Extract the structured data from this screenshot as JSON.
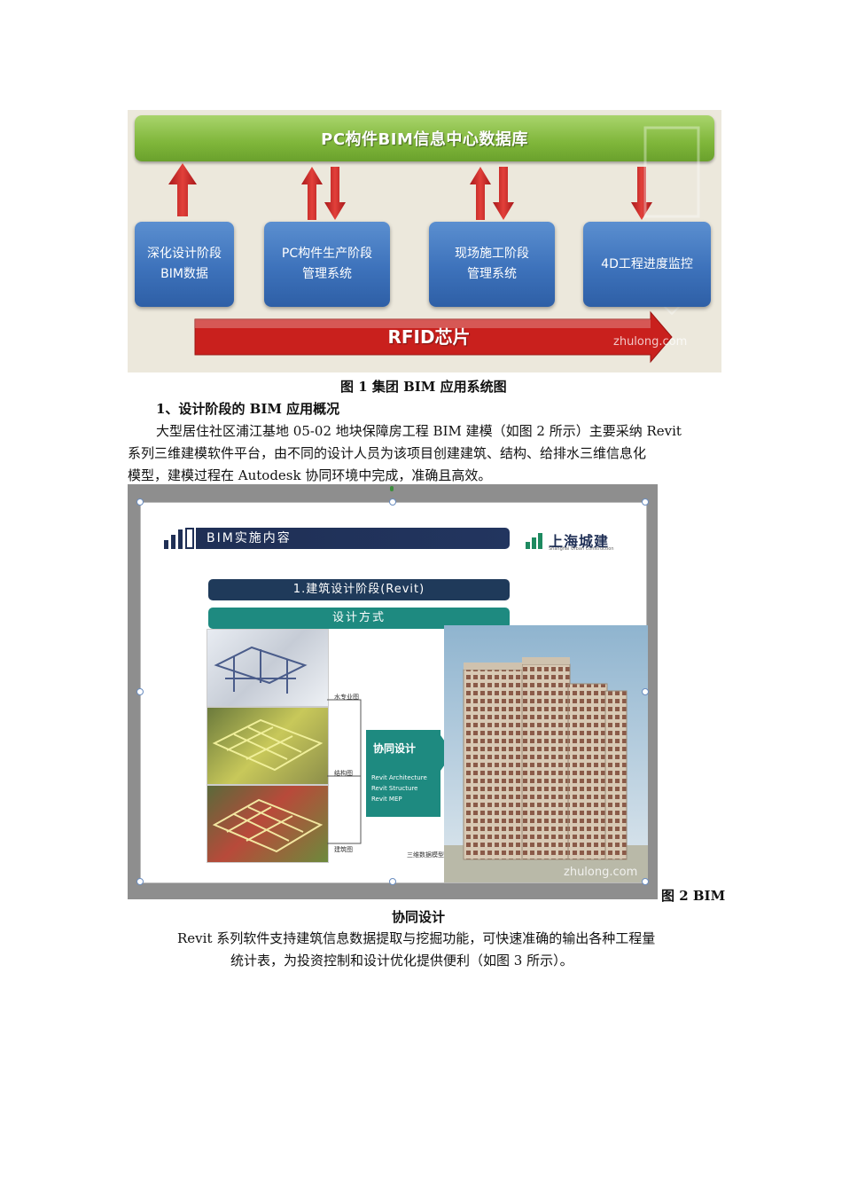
{
  "figure1": {
    "database_label": "PC构件BIM信息中心数据库",
    "boxes": [
      {
        "line1": "深化设计阶段",
        "line2": "BIM数据"
      },
      {
        "line1": "PC构件生产阶段",
        "line2": "管理系统"
      },
      {
        "line1": "现场施工阶段",
        "line2": "管理系统"
      },
      {
        "line1": "4D工程进度监控",
        "line2": ""
      }
    ],
    "rfid_label": "RFID芯片",
    "watermark": "zhulong.com",
    "colors": {
      "green": "#7fb63a",
      "blue": "#3d72bb",
      "red": "#c9201d",
      "background": "#ece8dc"
    }
  },
  "caption1": "图 1  集团 BIM 应用系统图",
  "heading1": "1、设计阶段的 BIM 应用概况",
  "para1": [
    "大型居住社区浦江基地 05-02 地块保障房工程 BIM 建模（如图 2 所示）主要采纳 Revit",
    "系列三维建模软件平台，由不同的设计人员为该项目创建建筑、结构、给排水三维信息化",
    "模型，建模过程在 Autodesk 协同环境中完成，准确且高效。"
  ],
  "figure2": {
    "title": "BIM实施内容",
    "brand": "上海城建",
    "brand_sub": "Shanghai Urban Construction",
    "stage": "1.建筑设计阶段(Revit)",
    "method": "设计方式",
    "model_labels": [
      "水专业图",
      "结构图",
      "建筑图"
    ],
    "collab_title": "协同设计",
    "collab_tools": [
      "Revit Architecture",
      "Revit Structure",
      "Revit MEP"
    ],
    "data_model_label": "三维数据模型",
    "watermark": "zhulong.com",
    "colors": {
      "navy": "#1f2f55",
      "teal": "#1e8a80"
    }
  },
  "caption2_part1": "图 2 BIM",
  "caption2_part2": "协同设计",
  "para2": [
    "Revit  系列软件支持建筑信息数据提取与挖掘功能，可快速准确的输出各种工程量",
    "统计表，为投资控制和设计优化提供便利（如图 3 所示）。"
  ]
}
